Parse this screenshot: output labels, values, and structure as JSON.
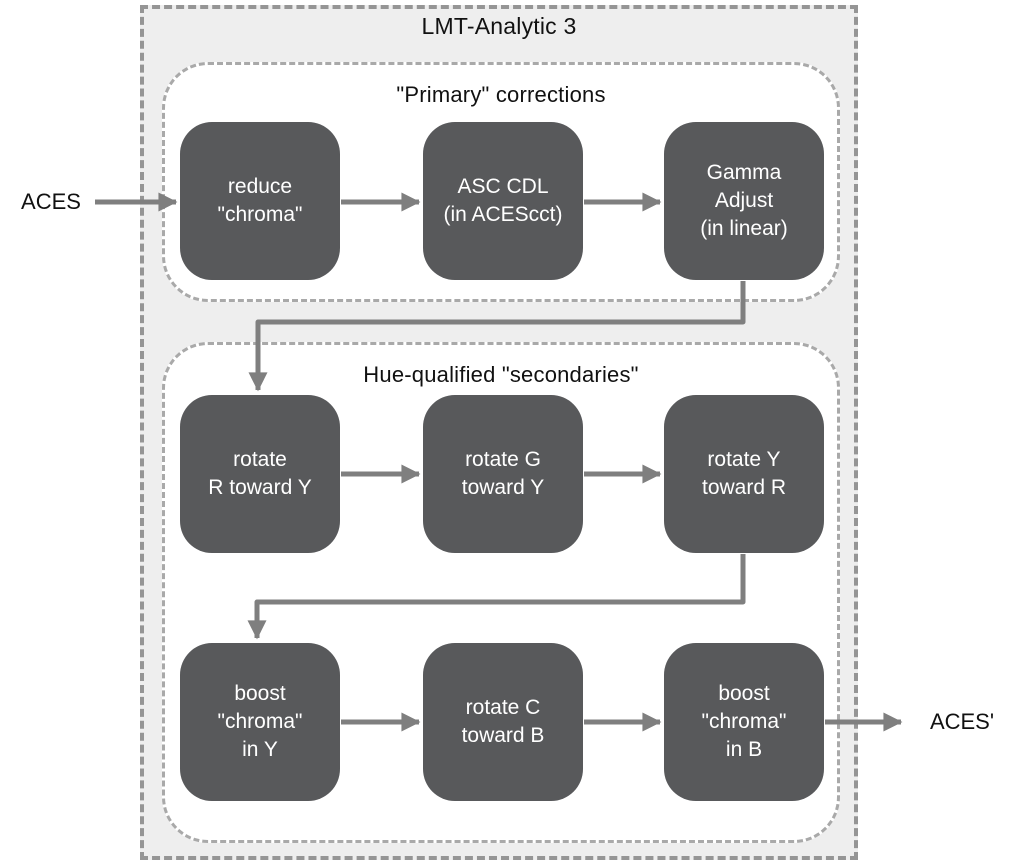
{
  "diagram": {
    "title": "LMT-Analytic 3",
    "input_label": "ACES",
    "output_label": "ACES'",
    "groups": [
      {
        "title": "\"Primary\" corrections",
        "boxes": [
          "reduce\n\"chroma\"",
          "ASC CDL\n(in ACEScct)",
          "Gamma\nAdjust\n(in linear)"
        ]
      },
      {
        "title": "Hue-qualified \"secondaries\"",
        "boxes": [
          "rotate\nR toward Y",
          "rotate G\ntoward Y",
          "rotate Y\ntoward R",
          "boost\n\"chroma\"\nin Y",
          "rotate C\ntoward B",
          "boost\n\"chroma\"\nin B"
        ]
      }
    ]
  },
  "colors": {
    "node_fill": "#58595b",
    "node_text": "#ffffff",
    "arrow": "#7f7f7f",
    "outer_fill": "#eeeeee",
    "outer_border": "#959595",
    "group_border": "#a9a9a9",
    "group_fill": "#ffffff",
    "label_text": "#111111"
  }
}
